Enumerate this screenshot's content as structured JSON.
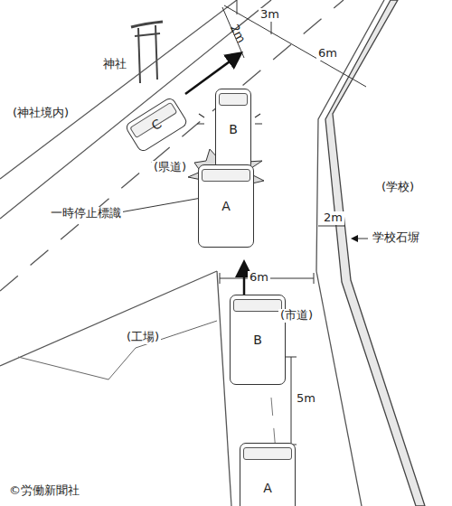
{
  "diagram": {
    "nodes": [
      {
        "text": [
          "C"
        ]
      },
      {
        "text": [
          "B"
        ]
      },
      {
        "text": [
          "A"
        ]
      },
      {
        "text": [
          "B"
        ]
      },
      {
        "text": [
          "A"
        ]
      }
    ],
    "labels": [
      "神社",
      "(神社境内)",
      "(県道)",
      "一時停止標識",
      "(学校)",
      "学校石塀",
      "(工場)",
      "(市道)",
      "2m",
      "3m",
      "6m",
      "2m",
      "6m",
      "5m",
      "©労働新聞社"
    ]
  }
}
